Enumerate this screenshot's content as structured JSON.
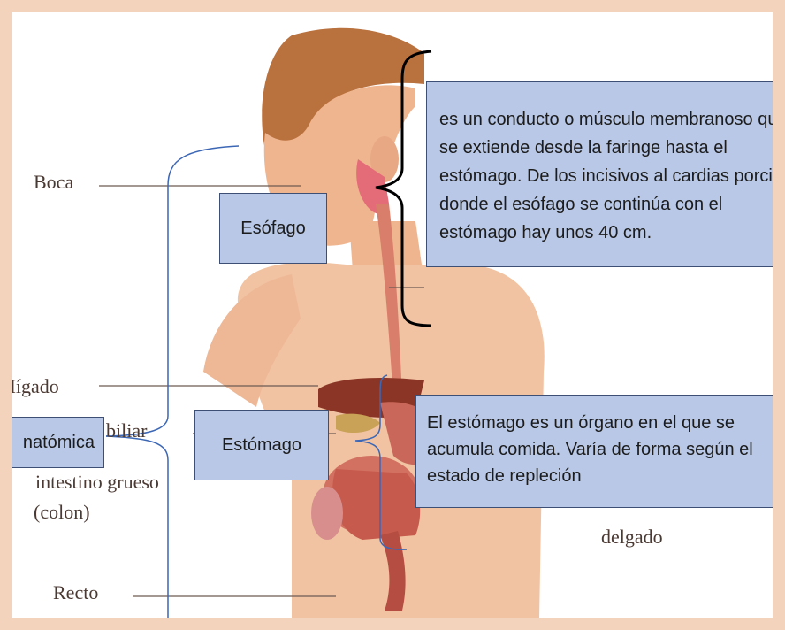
{
  "diagram": {
    "labels": {
      "boca": "Boca",
      "higado": "Hígado",
      "biliar": "biliar",
      "intestino": "intestino grueso",
      "colon": "(colon)",
      "recto": "Recto",
      "delgado": "delgado"
    },
    "boxes": {
      "esofago": "Esófago",
      "estomago": "Estómago",
      "anatomica": "natómica"
    },
    "callouts": {
      "esofago_desc": "es un conducto o músculo membranoso que se extiende desde la faringe hasta el estómago. De los incisivos al cardias porción donde el esófago se continúa con el estómago hay unos 40 cm.",
      "estomago_desc": "El estómago es un órgano en el que se acumula comida. Varía de forma según el estado de repleción"
    },
    "colors": {
      "box_fill": "#b8c8e6",
      "box_border": "#3d4f75",
      "connector_blue": "#3c67b5",
      "brace_black": "#000000",
      "label_text": "#4b3a33"
    }
  }
}
